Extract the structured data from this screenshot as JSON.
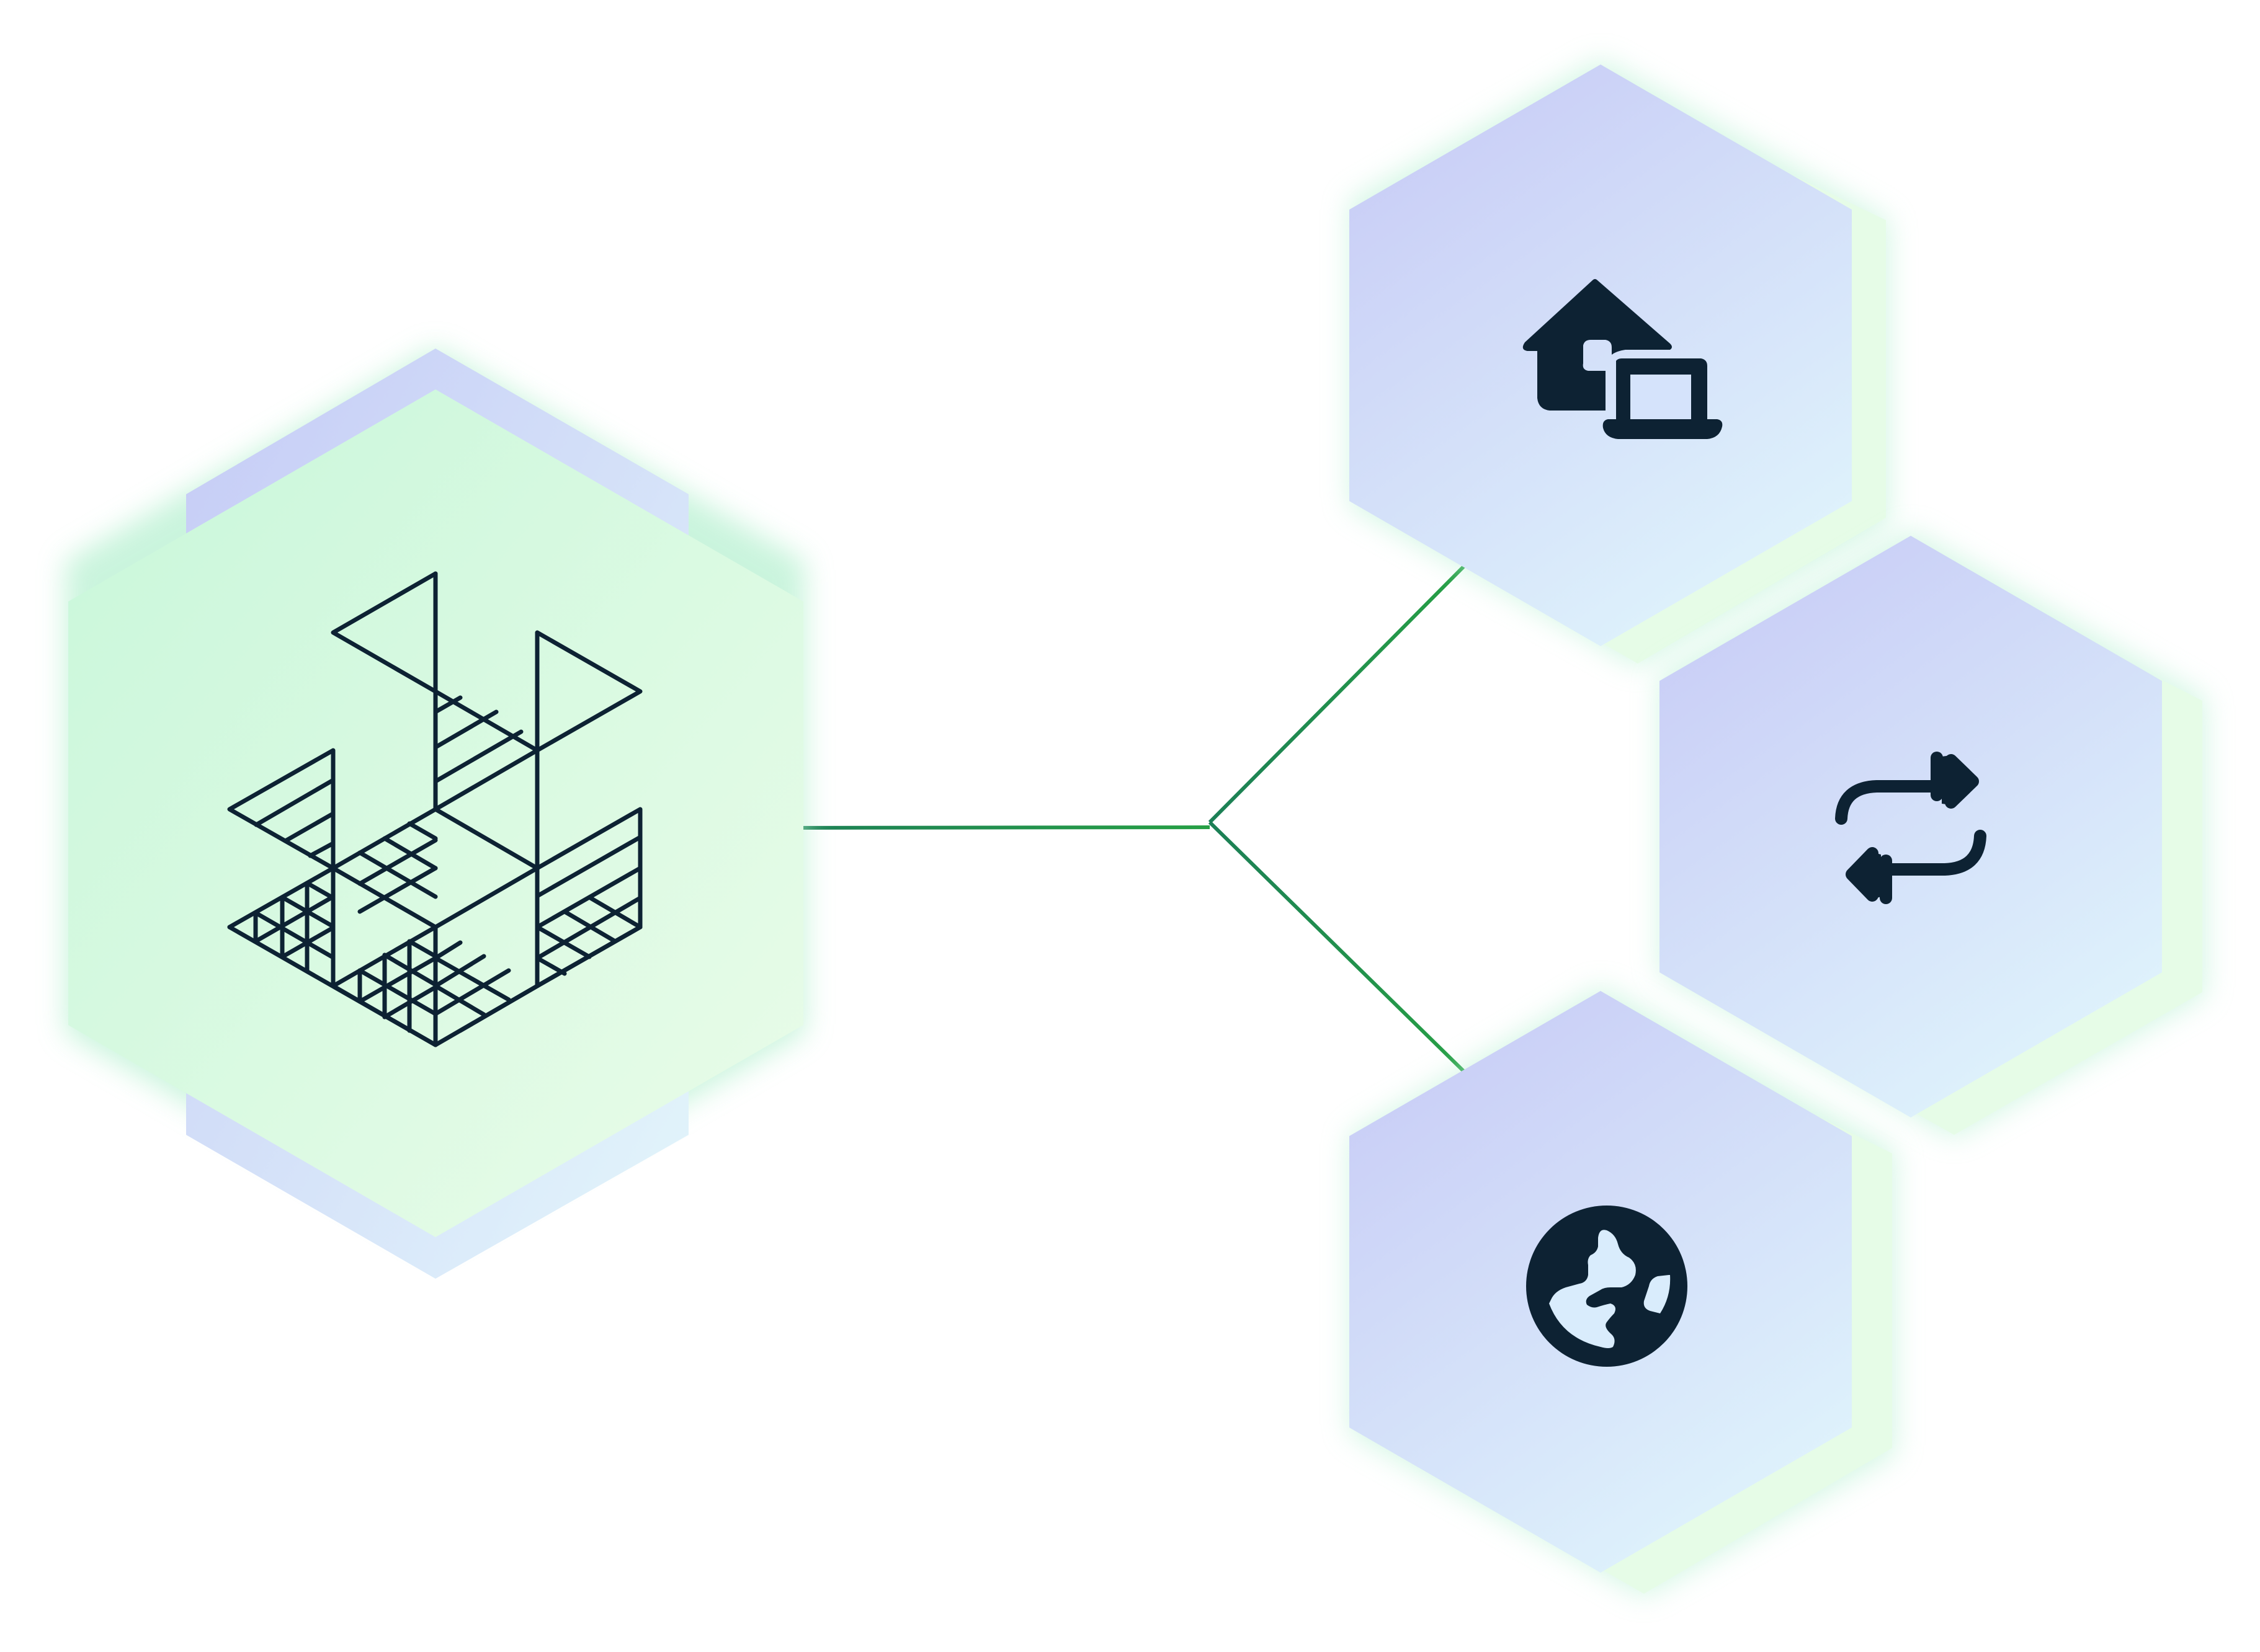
{
  "diagram": {
    "hub": {
      "icon": "isometric-wireframe-grid-icon",
      "colors": {
        "front_start": "#c8f7da",
        "front_end": "#e9fce9",
        "back_start": "#c7cdf6",
        "back_end": "#e2f5fb"
      }
    },
    "nodes": [
      {
        "id": "home-office",
        "icon": "home-with-laptop-icon"
      },
      {
        "id": "sync",
        "icon": "sync-arrows-icon"
      },
      {
        "id": "globe",
        "icon": "globe-icon"
      }
    ],
    "colors": {
      "node_start": "#c9cdf6",
      "node_end": "#def3fc",
      "node_back": "#e7fce8",
      "glow": "#b7f0d2",
      "connector": "#1f8a4c",
      "icon": "#0d2233"
    }
  }
}
